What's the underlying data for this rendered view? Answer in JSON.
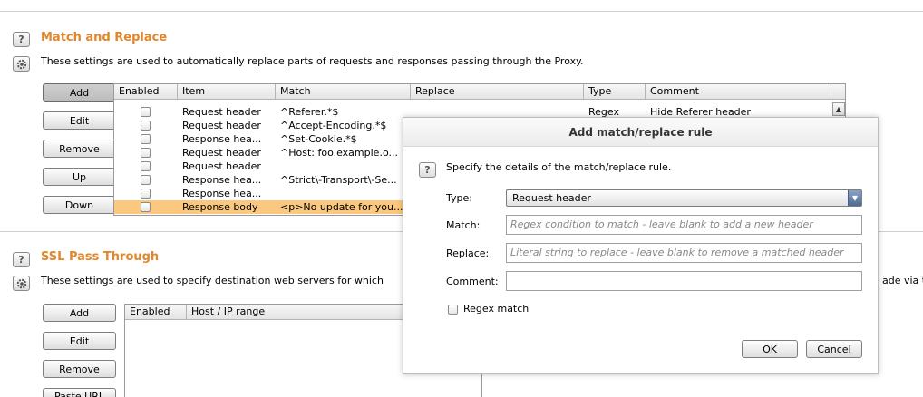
{
  "match_replace": {
    "title": "Match and Replace",
    "description": "These settings are used to automatically replace parts of requests and responses passing through the Proxy.",
    "buttons": {
      "add": "Add",
      "edit": "Edit",
      "remove": "Remove",
      "up": "Up",
      "down": "Down"
    },
    "columns": [
      "Enabled",
      "Item",
      "Match",
      "Replace",
      "Type",
      "Comment"
    ],
    "rows": [
      {
        "item": "Request header",
        "match": "^Referer.*$",
        "replace": "",
        "type": "Regex",
        "comment": "Hide Referer header",
        "selected": false
      },
      {
        "item": "Request header",
        "match": "^Accept-Encoding.*$",
        "replace": "",
        "type": "",
        "comment": "",
        "selected": false
      },
      {
        "item": "Response hea...",
        "match": "^Set-Cookie.*$",
        "replace": "",
        "type": "",
        "comment": "",
        "selected": false
      },
      {
        "item": "Request header",
        "match": "^Host: foo.example.o...",
        "replace": "",
        "type": "",
        "comment": "",
        "selected": false
      },
      {
        "item": "Request header",
        "match": "",
        "replace": "",
        "type": "",
        "comment": "",
        "selected": false
      },
      {
        "item": "Response hea...",
        "match": "^Strict\\-Transport\\-Se...",
        "replace": "",
        "type": "",
        "comment": "",
        "selected": false
      },
      {
        "item": "Response hea...",
        "match": "",
        "replace": "",
        "type": "",
        "comment": "",
        "selected": false
      },
      {
        "item": "Response body",
        "match": "<p>No update for you...",
        "replace": "",
        "type": "",
        "comment": "",
        "selected": true
      }
    ],
    "scroll_up_glyph": "▲"
  },
  "ssl_pass_through": {
    "title": "SSL Pass Through",
    "description": "These settings are used to specify destination web servers for which",
    "description_tail": "ade via t",
    "buttons": {
      "add": "Add",
      "edit": "Edit",
      "remove": "Remove",
      "paste_url": "Paste URL"
    },
    "columns": [
      "Enabled",
      "Host / IP range"
    ]
  },
  "dialog": {
    "title": "Add match/replace rule",
    "instruction": "Specify the details of the match/replace rule.",
    "type_label": "Type:",
    "type_value": "Request header",
    "match_label": "Match:",
    "match_placeholder": "Regex condition to match - leave blank to add a new header",
    "replace_label": "Replace:",
    "replace_placeholder": "Literal string to replace - leave blank to remove a matched header",
    "comment_label": "Comment:",
    "comment_value": "",
    "regex_label": "Regex match",
    "ok_label": "OK",
    "cancel_label": "Cancel"
  },
  "colors": {
    "section_title": "#e0872b",
    "selected_row": "#fcc87f"
  }
}
